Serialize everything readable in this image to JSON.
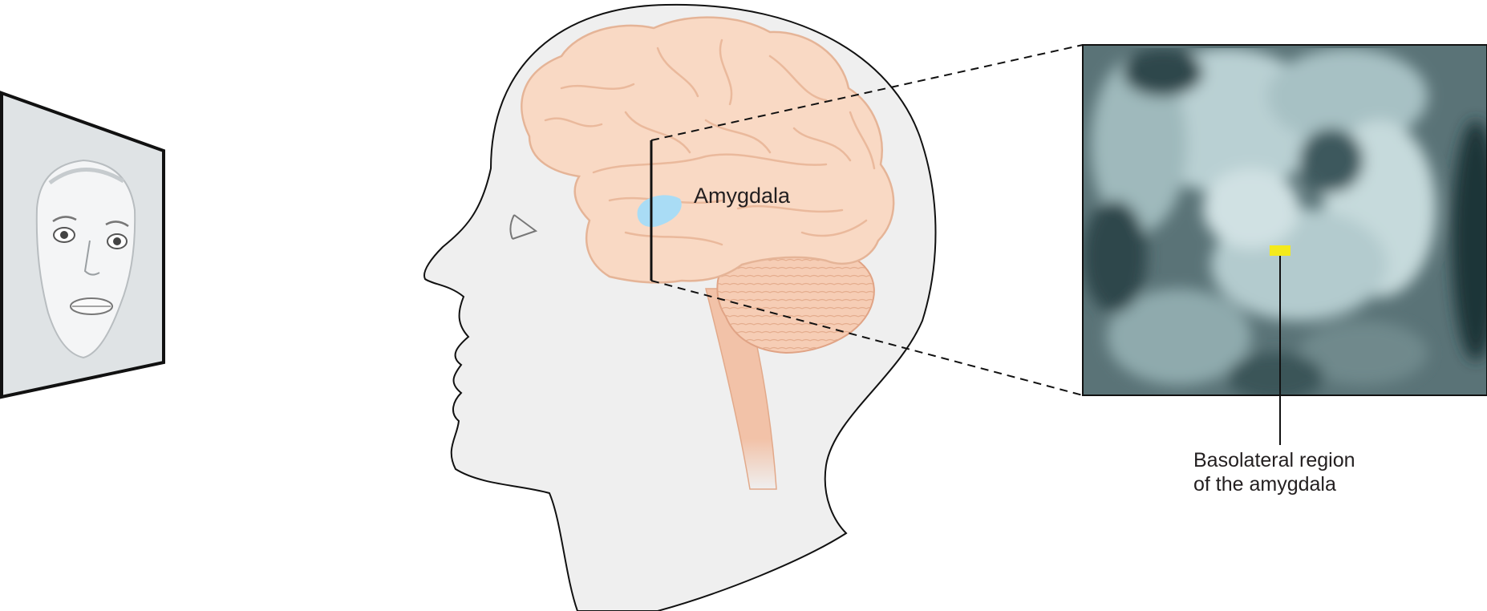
{
  "labels": {
    "amygdala": "Amygdala",
    "basolateral_line1": "Basolateral region",
    "basolateral_line2": "of the amygdala"
  },
  "colors": {
    "brain": "#f9d9c4",
    "brain_outline": "#e8b79a",
    "brainstem": "#f2c2a8",
    "head": "#efefef",
    "amygdala": "#a9dcf5",
    "highlight": "#f4ea1c",
    "scan_dark": "#1c3438",
    "scan_light": "#c9dcdf"
  },
  "icons": [
    "fearful-face-stimulus",
    "eye-icon",
    "head-silhouette",
    "brain-illustration",
    "mri-scan"
  ]
}
